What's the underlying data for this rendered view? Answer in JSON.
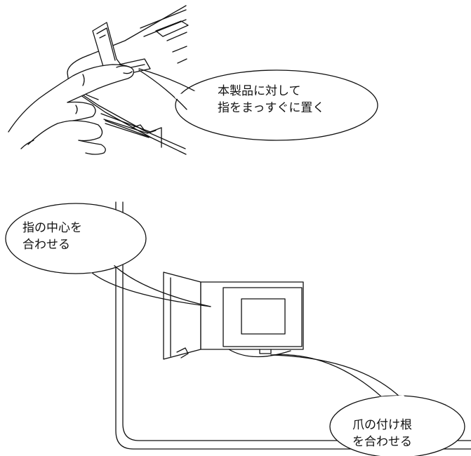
{
  "figure1": {
    "callout": {
      "line1": "本製品に対して",
      "line2": "指をまっすぐに置く"
    }
  },
  "figure2": {
    "callout_center": {
      "line1": "指の中心を",
      "line2": "合わせる"
    },
    "callout_nail": {
      "line1": "爪の付け根",
      "line2": "を合わせる"
    }
  }
}
